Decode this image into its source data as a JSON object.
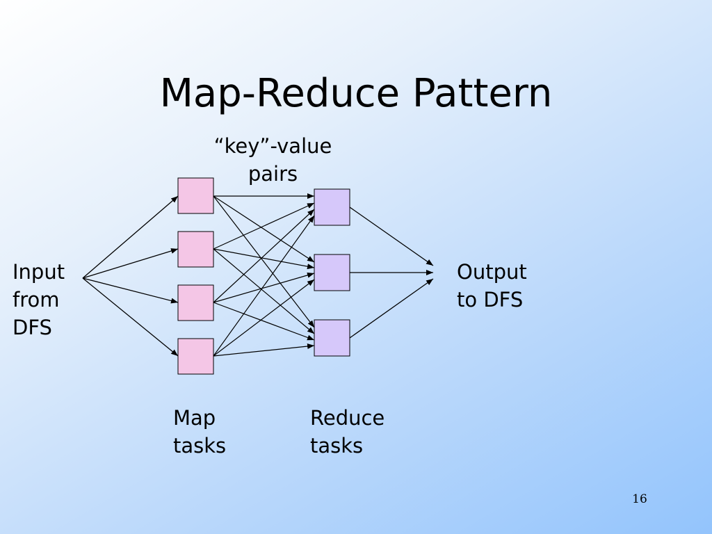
{
  "slide": {
    "title": "Map-Reduce Pattern",
    "page_number": "16"
  },
  "labels": {
    "pairs_line1": "“key”-value",
    "pairs_line2": "pairs",
    "input_line1": "Input",
    "input_line2": "from",
    "input_line3": "DFS",
    "output_line1": "Output",
    "output_line2": "to DFS",
    "map_line1": "Map",
    "map_line2": "tasks",
    "reduce_line1": "Reduce",
    "reduce_line2": "tasks"
  },
  "colors": {
    "map_task_fill": "#f4c6e6",
    "reduce_task_fill": "#d6c8fa",
    "edge": "#000000"
  },
  "diagram": {
    "map_task_count": 4,
    "reduce_task_count": 3,
    "edges": "input→each map task; each map task→each reduce task; each reduce task→output"
  }
}
